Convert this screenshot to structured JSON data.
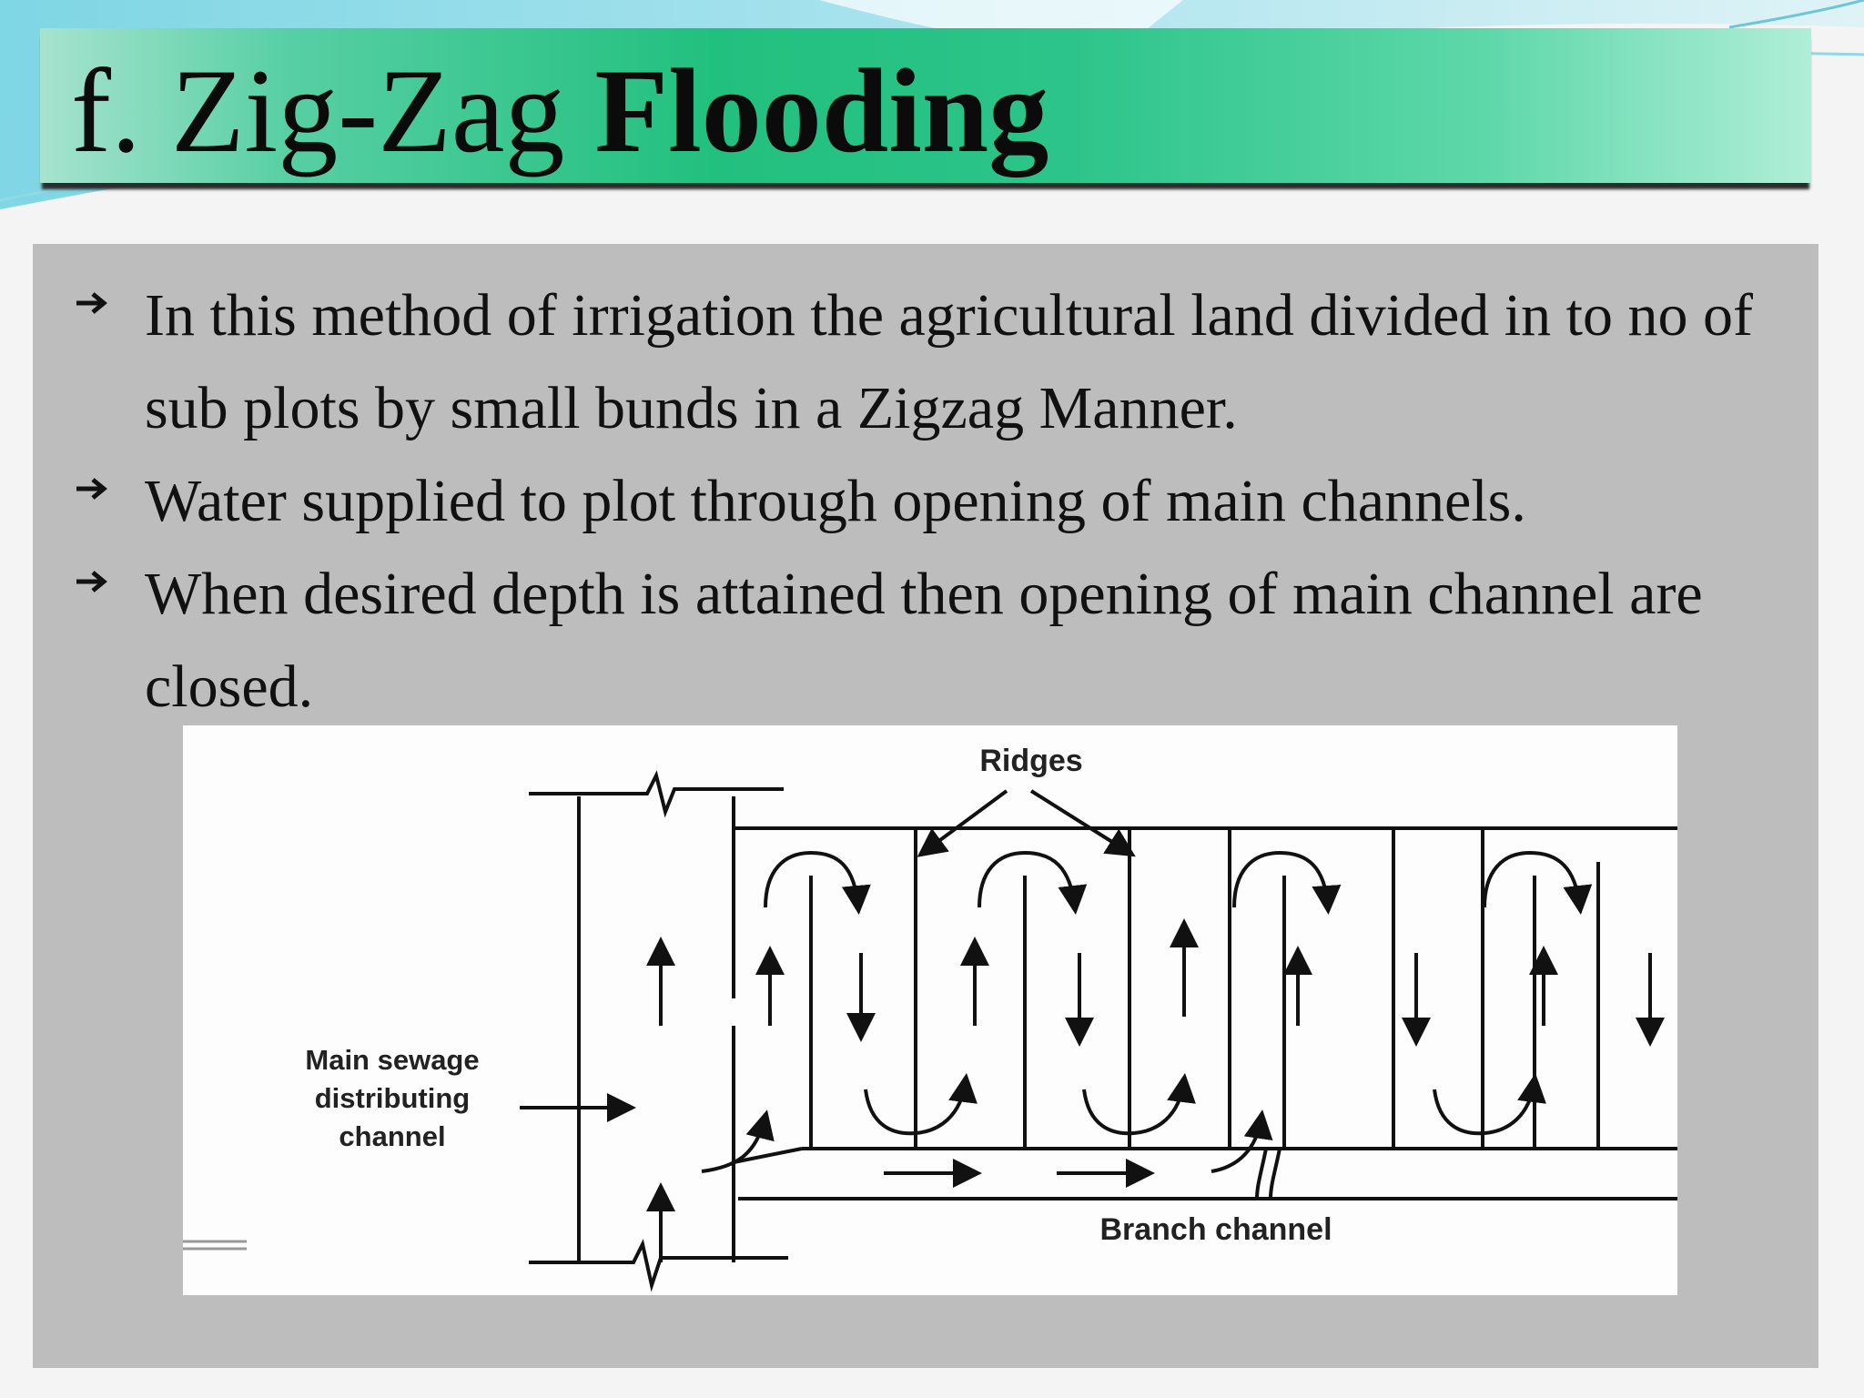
{
  "slide": {
    "title_prefix": "f. Zig-Zag ",
    "title_bold": "Flooding",
    "bullets": [
      "In this method of irrigation the agricultural land divided in to no of sub plots by small bunds in a Zigzag Manner.",
      "Water supplied to plot through opening of main channels.",
      "When desired depth is attained then opening of main channel are closed."
    ]
  },
  "diagram": {
    "ridges_label": "Ridges",
    "main_channel_label": [
      "Main sewage",
      "distributing",
      "channel"
    ],
    "branch_channel_label": "Branch channel"
  },
  "colors": {
    "title_gradient_mid": "#22c07f",
    "content_background": "#bdbdbd",
    "diagram_background": "#fdfdfd"
  }
}
